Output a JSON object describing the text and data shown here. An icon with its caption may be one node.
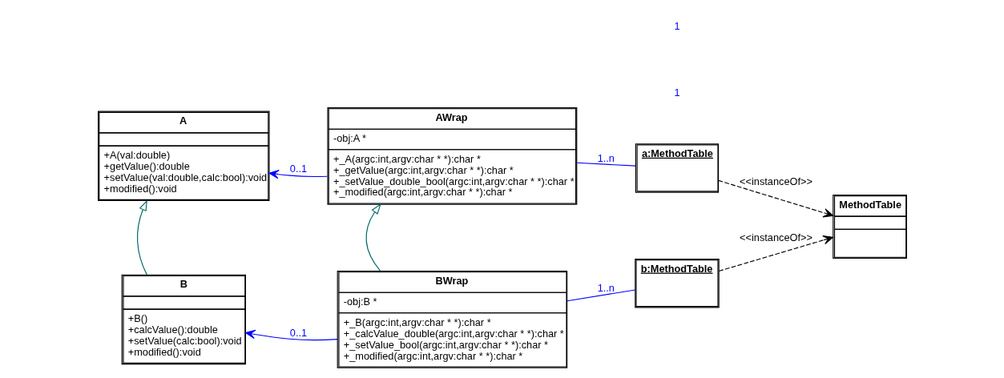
{
  "diagram": {
    "nodes": [
      {
        "text": [
          "A",
          "+A(val:double)",
          "+getValue():double",
          "+setValue(val:double,calc:bool):void",
          "+modified():void"
        ]
      },
      {
        "text": [
          "AWrap",
          "-obj:A *",
          "+_A(argc:int,argv:char * *):char *",
          "+_getValue(argc:int,argv:char * *):char *",
          "+_setValue_double_bool(argc:int,argv:char * *):char *",
          "+_modified(argc:int,argv:char * *):char *"
        ]
      },
      {
        "text": [
          "a:MethodTable"
        ]
      },
      {
        "text": [
          "MethodTable"
        ]
      },
      {
        "text": [
          "B",
          "+B()",
          "+calcValue():double",
          "+setValue(calc:bool):void",
          "+modified():void"
        ]
      },
      {
        "text": [
          "BWrap",
          "-obj:B *",
          "+_B(argc:int,argv:char * *):char *",
          "+_calcValue_double(argc:int,argv:char * *):char *",
          "+_setValue_bool(argc:int,argv:char * *):char *",
          "+_modified(argc:int,argv:char * *):char *"
        ]
      },
      {
        "text": [
          "b:MethodTable"
        ]
      }
    ],
    "edges": [
      {
        "from": 1,
        "to": 0,
        "arrow": "to",
        "label": "0..1",
        "color": "#0000ff"
      },
      {
        "from": 1,
        "to": 2,
        "arrow": "none",
        "label": "1..n",
        "color": "#0000ff"
      },
      {
        "from": 2,
        "to": 3,
        "arrow": "to",
        "label": "<<instanceOf>>",
        "style": "dashed",
        "color": "#000000"
      },
      {
        "from": 4,
        "to": 0,
        "arrow": "to",
        "color": "#006666"
      },
      {
        "from": 5,
        "to": 1,
        "arrow": "to",
        "color": "#006666"
      },
      {
        "from": 5,
        "to": 4,
        "arrow": "to",
        "label": "0..1",
        "color": "#0000ff"
      },
      {
        "from": 5,
        "to": 6,
        "arrow": "none",
        "label": "1..n",
        "color": "#0000ff"
      },
      {
        "from": 6,
        "to": 3,
        "arrow": "to",
        "label": "<<instanceOf>>",
        "style": "dashed",
        "color": "#000000"
      }
    ],
    "labels": [
      "1",
      "1"
    ]
  }
}
